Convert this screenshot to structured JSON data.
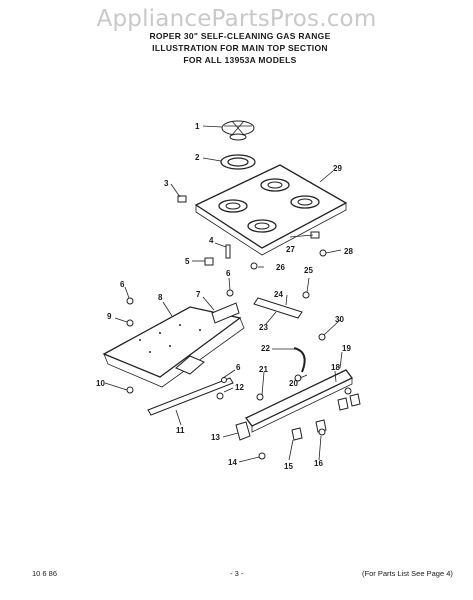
{
  "watermark": "AppliancePartsPros.com",
  "title_lines": [
    "ROPER 30\" SELF-CLEANING GAS RANGE",
    "ILLUSTRATION FOR MAIN TOP SECTION",
    "FOR ALL 13953A MODELS"
  ],
  "footer": {
    "left": "10 6 86",
    "center": "- 3 -",
    "right": "(For Parts List See Page 4)"
  },
  "callouts": [
    "1",
    "2",
    "3",
    "4",
    "5",
    "6",
    "7",
    "8",
    "9",
    "10",
    "11",
    "12",
    "13",
    "14",
    "15",
    "16",
    "18",
    "19",
    "20",
    "21",
    "22",
    "23",
    "24",
    "25",
    "26",
    "27",
    "28",
    "29",
    "30"
  ],
  "colors": {
    "ink": "#1a1a1a",
    "watermark": "#c9c9c9",
    "background": "#ffffff"
  }
}
